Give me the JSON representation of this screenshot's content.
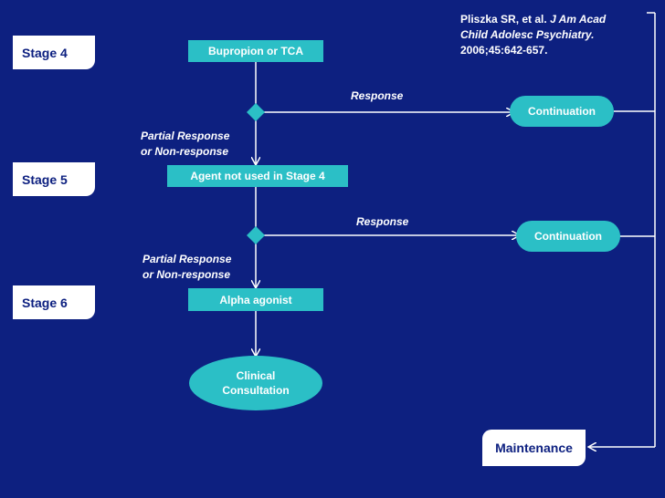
{
  "citation": {
    "authors": "Pliszka SR, et al.",
    "journal_line1": "J Am Acad",
    "journal_line2": "Child Adolesc Psychiatry.",
    "volume": "2006;45:642-657."
  },
  "stages": [
    "Stage 4",
    "Stage 5",
    "Stage 6"
  ],
  "boxes": {
    "stage4_treatment": "Bupropion or TCA",
    "stage5_treatment": "Agent not used in Stage 4",
    "stage6_treatment": "Alpha agonist",
    "clinical_line1": "Clinical",
    "clinical_line2": "Consultation",
    "continuation1": "Continuation",
    "continuation2": "Continuation",
    "maintenance": "Maintenance"
  },
  "labels": {
    "response1": "Response",
    "response2": "Response",
    "partial1_line1": "Partial Response",
    "partial1_line2": "or Non-response",
    "partial2_line1": "Partial Response",
    "partial2_line2": "or Non-response"
  },
  "colors": {
    "background": "#0d2080",
    "teal": "#2bbfc6",
    "white": "#ffffff"
  }
}
